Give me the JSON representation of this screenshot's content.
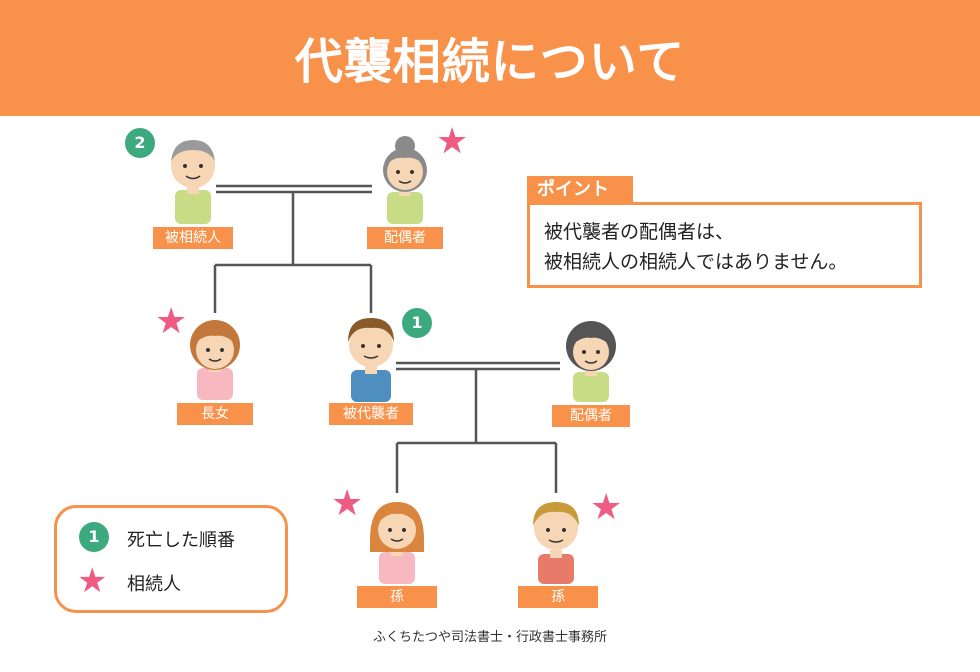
{
  "title": "代襲相続について",
  "people": {
    "grandfather": {
      "label": "被相続人",
      "badge": "2"
    },
    "grandmother": {
      "label": "配偶者"
    },
    "daughter": {
      "label": "長女"
    },
    "decedent": {
      "label": "被代襲者",
      "badge": "1"
    },
    "spouse": {
      "label": "配偶者"
    },
    "grandchild_girl": {
      "label": "孫"
    },
    "grandchild_boy": {
      "label": "孫"
    }
  },
  "star_symbol": "★",
  "point": {
    "tab": "ポイント",
    "line1": "被代襲者の配偶者は、",
    "line2": "被相続人の相続人ではありません。"
  },
  "legend": {
    "badge_text": "1",
    "badge_meaning": "死亡した順番",
    "star_meaning": "相続人"
  },
  "footer": "ふくちたつや司法書士・行政書士事務所",
  "colors": {
    "accent": "#f8924b",
    "badge": "#3caa7e",
    "star": "#ee5b83",
    "line": "#555555"
  }
}
